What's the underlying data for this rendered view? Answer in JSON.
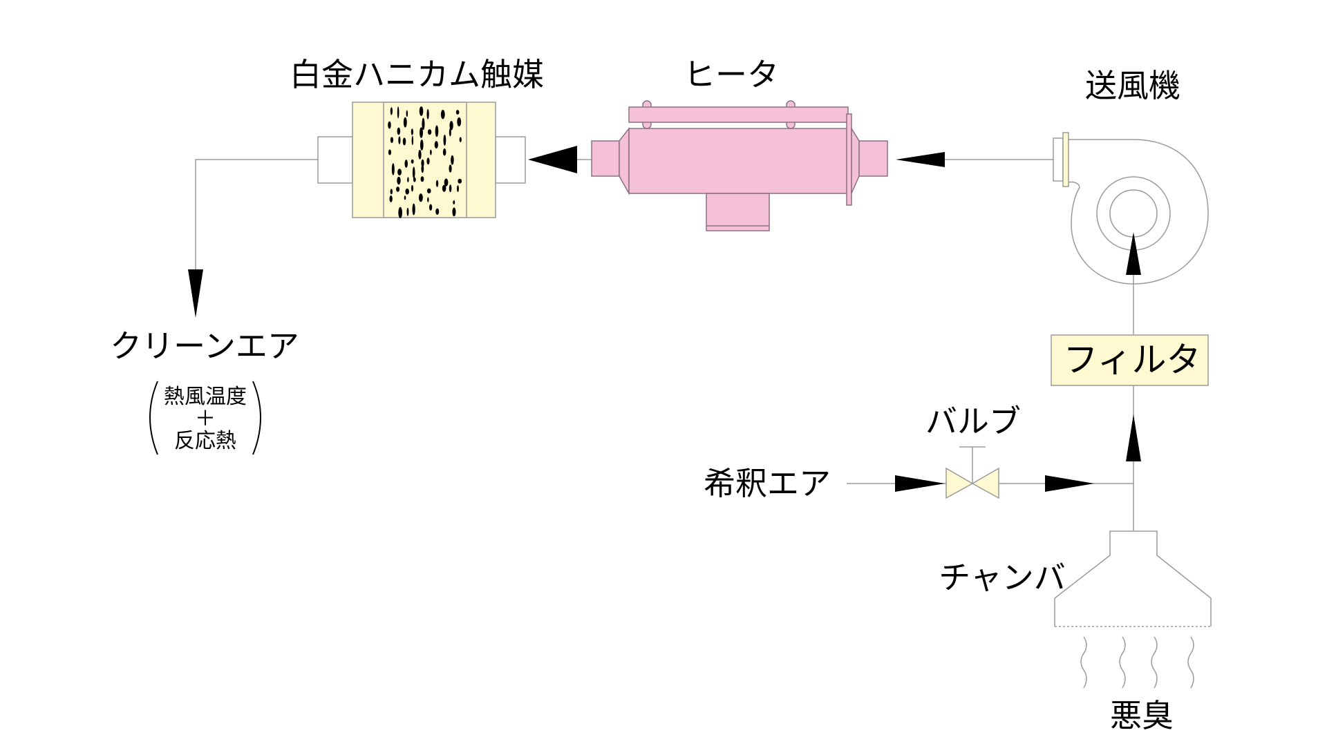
{
  "labels": {
    "catalyst": "白金ハニカム触媒",
    "heater": "ヒータ",
    "blower": "送風機",
    "filter": "フィルタ",
    "valve": "バルブ",
    "dilution_air": "希釈エア",
    "chamber": "チャンバ",
    "odor": "悪臭",
    "clean_air": "クリーンエア",
    "note_line1": "熱風温度",
    "note_plus": "＋",
    "note_line2": "反応熱"
  },
  "colors": {
    "catalyst": "#fef9d0",
    "heater": "#f4c1d6",
    "filter": "#fef9d0",
    "valve": "#fef9d0"
  }
}
